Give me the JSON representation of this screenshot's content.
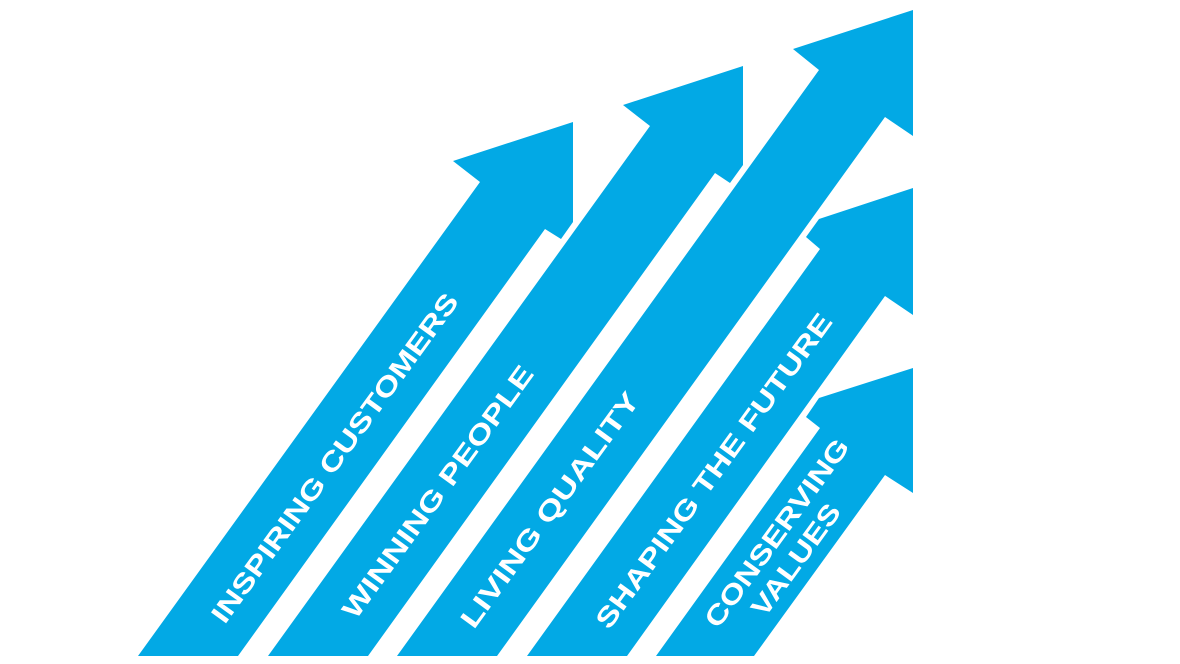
{
  "colors": {
    "arrow": "#02a9e5",
    "text": "#ffffff",
    "background": "#ffffff"
  },
  "arrows": [
    {
      "label": "INSPIRING CUSTOMERS"
    },
    {
      "label": "WINNING PEOPLE"
    },
    {
      "label": "LIVING QUALITY"
    },
    {
      "label": "SHAPING THE FUTURE"
    },
    {
      "label_line1": "CONSERVING",
      "label_line2": "VALUES"
    }
  ]
}
